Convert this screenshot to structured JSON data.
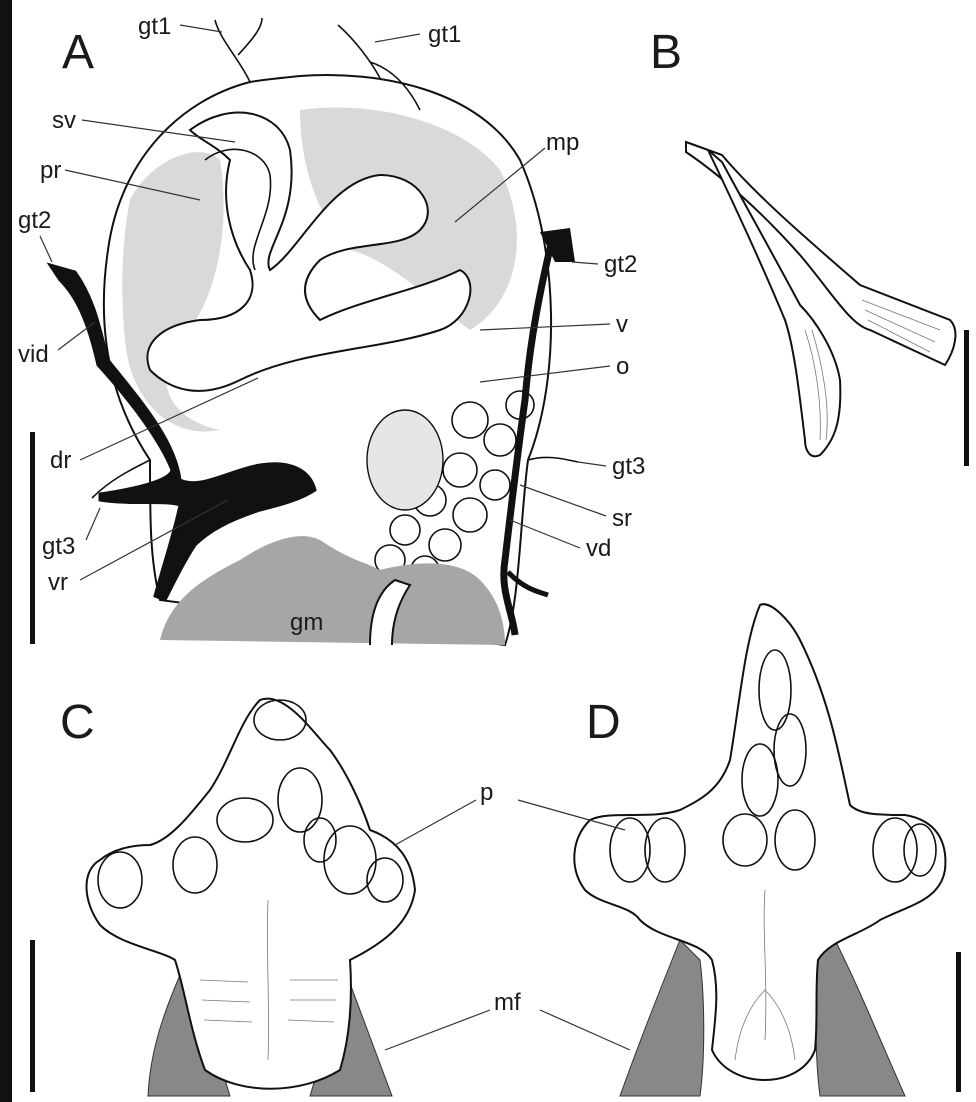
{
  "figure": {
    "panels": [
      "A",
      "B",
      "C",
      "D"
    ],
    "labels": {
      "gt1_left": "gt1",
      "gt1_right": "gt1",
      "sv": "sv",
      "pr": "pr",
      "gt2_left": "gt2",
      "gt2_right": "gt2",
      "mp": "mp",
      "v": "v",
      "o": "o",
      "vid": "vid",
      "dr": "dr",
      "gt3_right": "gt3",
      "gt3_left": "gt3",
      "sr": "sr",
      "vd": "vd",
      "vr": "vr",
      "gm": "gm",
      "p": "p",
      "mf": "mf"
    },
    "colors": {
      "ink": "#111111",
      "tissue_light": "#d9d9d9",
      "tissue_dark": "#a6a6a6",
      "duct_black": "#111111"
    }
  }
}
